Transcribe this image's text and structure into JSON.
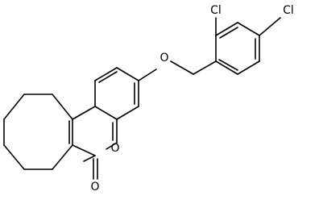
{
  "molecule": {
    "atom_labels": {
      "cl_ortho": "Cl",
      "cl_para": "Cl",
      "ether_oxygen": "O",
      "ring_oxygen": "O",
      "carbonyl_oxygen": "O"
    },
    "colors": {
      "bond": "#000000",
      "label": "#000000",
      "background": "#ffffff"
    }
  }
}
